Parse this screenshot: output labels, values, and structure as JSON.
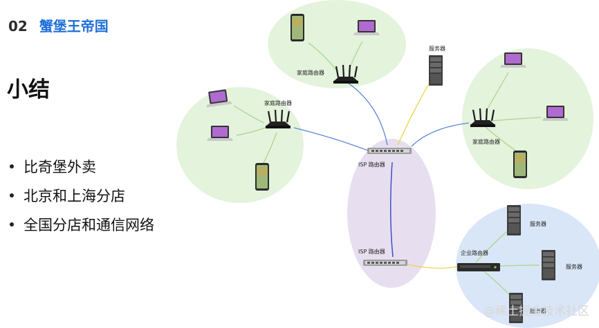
{
  "header": {
    "number": "02",
    "title": "蟹堡王帝国"
  },
  "main": {
    "title": "小结",
    "bullets": [
      "比奇堡外卖",
      "北京和上海分店",
      "全国分店和通信网络"
    ]
  },
  "diagram": {
    "labels": {
      "home_router": "家庭路由器",
      "server": "服务器",
      "isp_router": "ISP 路由器",
      "enterprise_router": "企业路由器"
    },
    "colors": {
      "home_cloud": "#e4f3dc",
      "isp_cloud": "#e7dff0",
      "enterprise_cloud": "#d9e6f7",
      "link_blue": "#5b86d6",
      "link_yellow": "#f0d24a",
      "link_green": "#a7d58a",
      "isp_link": "#3d4fc4"
    }
  },
  "watermark": "@稀土掘金技术社区"
}
